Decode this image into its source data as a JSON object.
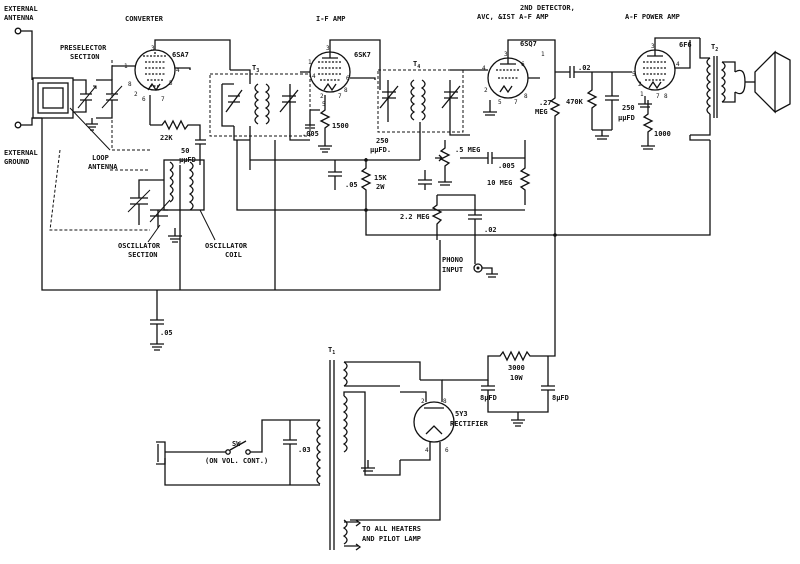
{
  "labels": {
    "external_antenna": [
      "EXTERNAL",
      "ANTENNA"
    ],
    "external_ground": [
      "EXTERNAL",
      "GROUND"
    ],
    "preselector_section": [
      "PRESELECTOR",
      "SECTION"
    ],
    "loop_antenna": [
      "LOOP",
      "ANTENNA"
    ],
    "converter": "CONVERTER",
    "converter_tube": "6SA7",
    "if_amp": "I-F AMP",
    "if_tube": "6SK7",
    "t3": "T",
    "t3_sub": "3",
    "t4": "T",
    "t4_sub": "4",
    "second_detector": [
      "2ND DETECTOR,",
      "AVC, &IST A-F AMP"
    ],
    "detector_tube": "6SQ7",
    "af_power_amp": "A-F POWER AMP",
    "power_tube": "6F6",
    "t2": "T",
    "t2_sub": "2",
    "t1": "T",
    "t1_sub": "1",
    "oscillator_section": [
      "OSCILLATOR",
      "SECTION"
    ],
    "oscillator_coil": [
      "OSCILLATOR",
      "COIL"
    ],
    "phono_input": [
      "PHONO",
      "INPUT"
    ],
    "rectifier_tube": "5Y3",
    "rectifier": "RECTIFIER",
    "switch": "SW",
    "switch_note": "(ON VOL. CONT.)",
    "to_heaters": [
      "TO ALL HEATERS",
      "AND PILOT LAMP"
    ]
  },
  "components": {
    "r_22k": "22K",
    "c_50": "50",
    "c_50_unit": "μμFD",
    "r_1500": "1500",
    "c_005": ".005",
    "c_05_if": ".05",
    "r_15k": "15K",
    "r_15k_w": "2W",
    "c_250": "250",
    "c_250_unit": "μμFD.",
    "pot_5meg": ".5 MEG",
    "c_005_det": ".005",
    "r_10meg": "10 MEG",
    "r_22meg": "2.2 MEG",
    "c_02_det": ".02",
    "r_27meg": ".27",
    "r_27meg_unit": "MEG",
    "c_02_af": ".02",
    "r_470k": "470K",
    "c_250_af": "250",
    "c_250_af_unit": "μμFD",
    "r_1000": "1000",
    "c_05_bus": ".05",
    "r_3000": "3000",
    "r_3000_w": "10W",
    "c_8_left": "8μFD",
    "c_8_right": "8μFD",
    "c_03_line": ".03"
  },
  "pins": {
    "conv": [
      "1",
      "2",
      "3",
      "4",
      "5",
      "6",
      "7",
      "8"
    ],
    "if": [
      "1",
      "2",
      "3",
      "4",
      "5",
      "6",
      "7",
      "8"
    ],
    "det": [
      "1",
      "2",
      "3",
      "4",
      "5",
      "6",
      "7",
      "8"
    ],
    "pwr": [
      "1",
      "2",
      "3",
      "4",
      "5",
      "7",
      "8"
    ],
    "rect": [
      "2",
      "8",
      "4",
      "6"
    ]
  }
}
